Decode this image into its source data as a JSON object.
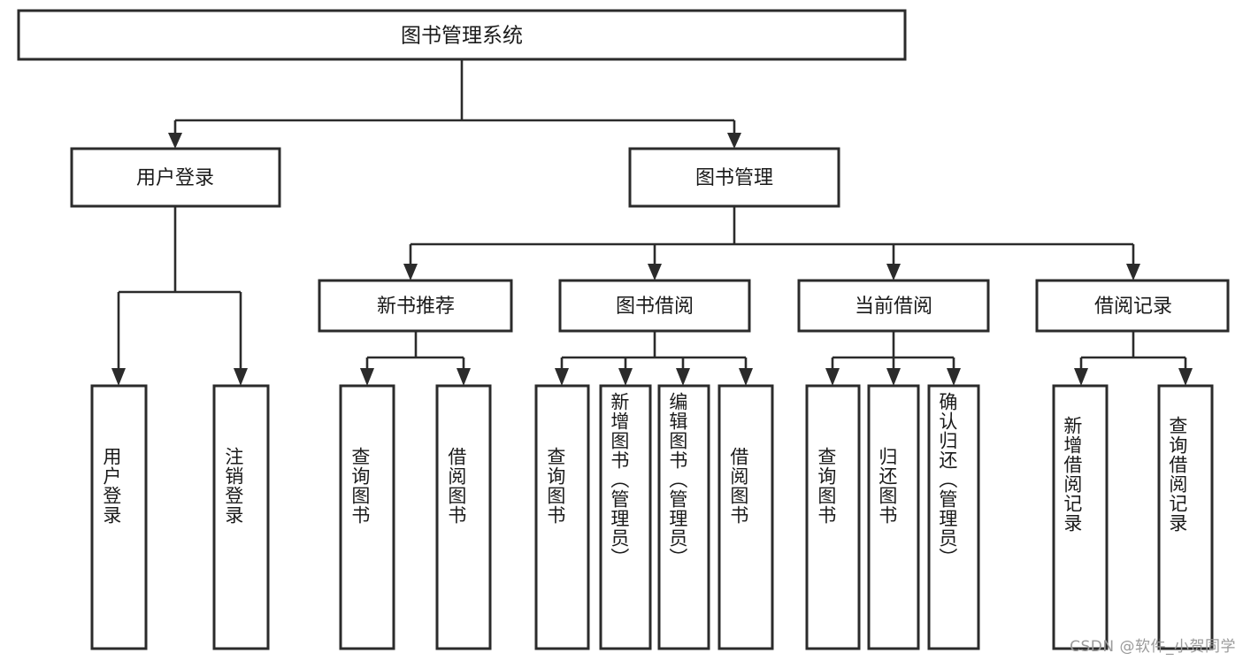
{
  "diagram": {
    "title": "图书管理系统",
    "watermark": "CSDN @软件_小贺同学",
    "root": {
      "label": "图书管理系统"
    },
    "level1": [
      {
        "label": "用户登录"
      },
      {
        "label": "图书管理"
      }
    ],
    "level2": [
      {
        "label": "新书推荐"
      },
      {
        "label": "图书借阅"
      },
      {
        "label": "当前借阅"
      },
      {
        "label": "借阅记录"
      }
    ],
    "leaves": {
      "user_login": [
        {
          "label": "用户登录"
        },
        {
          "label": "注销登录"
        }
      ],
      "new_book": [
        {
          "label": "查询图书"
        },
        {
          "label": "借阅图书"
        }
      ],
      "borrow_book": [
        {
          "label": "查询图书"
        },
        {
          "label": "新增图书（管理员）"
        },
        {
          "label": "编辑图书（管理员）"
        },
        {
          "label": "借阅图书"
        }
      ],
      "current_borrow": [
        {
          "label": "查询图书"
        },
        {
          "label": "归还图书"
        },
        {
          "label": "确认归还（管理员）"
        }
      ],
      "borrow_record": [
        {
          "label": "新增借阅记录"
        },
        {
          "label": "查询借阅记录"
        }
      ]
    },
    "colors": {
      "stroke": "#2b2b2b",
      "fill": "#ffffff",
      "text": "#1a1a1a",
      "watermark": "#9b9b9b"
    }
  }
}
